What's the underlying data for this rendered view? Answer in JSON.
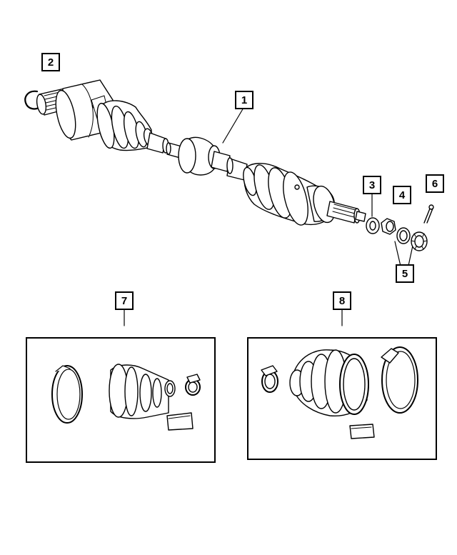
{
  "callouts": {
    "c1": "1",
    "c2": "2",
    "c3": "3",
    "c4": "4",
    "c5": "5",
    "c6": "6",
    "c7": "7",
    "c8": "8"
  },
  "colors": {
    "line": "#000000",
    "background": "#ffffff",
    "fill": "#ffffff"
  }
}
